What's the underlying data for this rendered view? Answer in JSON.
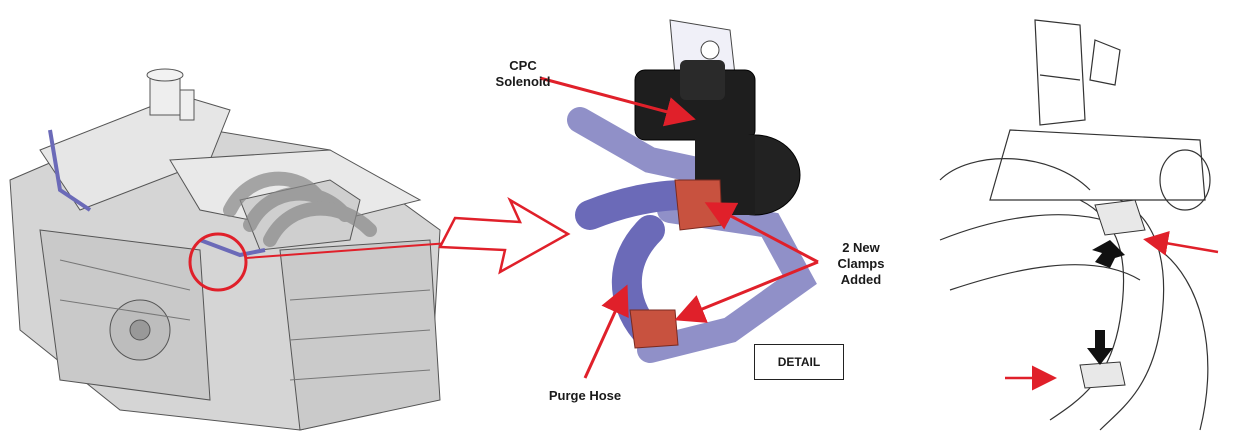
{
  "labels": {
    "cpc_solenoid_line1": "CPC",
    "cpc_solenoid_line2": "Solenoid",
    "clamps_line1": "2 New",
    "clamps_line2": "Clamps",
    "clamps_line3": "Added",
    "purge_hose": "Purge Hose",
    "detail": "DETAIL"
  },
  "colors": {
    "callout_red": "#e0202a",
    "hose_purple": "#6b6ab8",
    "clamp_red": "#c8523f",
    "solenoid_black": "#1e1e1e",
    "engine_gray": "#d9d9d9"
  },
  "icons": [
    "engine-illustration",
    "cpc-solenoid-illustration",
    "clamp-line-drawing",
    "outline-arrow"
  ]
}
